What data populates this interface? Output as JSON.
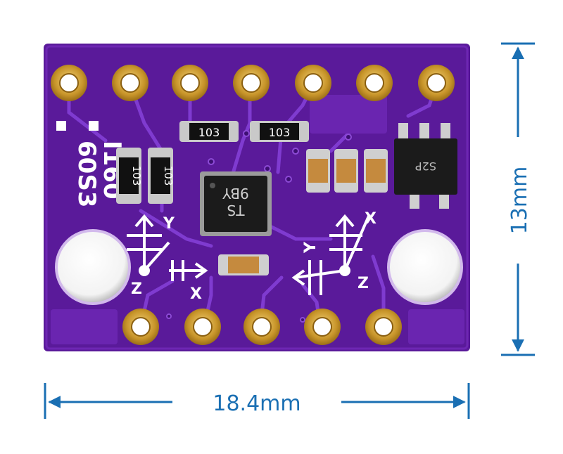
{
  "dimensions": {
    "height_label": "13mm",
    "width_label": "18.4mm"
  },
  "board": {
    "silkscreen_line1": "I160",
    "silkscreen_line2": "60S3",
    "chip_marking_line1": "TS",
    "chip_marking_line2": "9BY",
    "regulator_marking": "S2P",
    "resistor_label_1": "103",
    "resistor_label_2": "103",
    "resistor_label_3": "103",
    "resistor_label_4": "103",
    "axis_label_y": "Y",
    "axis_label_z": "Z",
    "axis_label_x": "X"
  },
  "colors": {
    "pcb": "#5a1a9a",
    "pcb_dark": "#3d0f73",
    "trace": "#7f3bd0",
    "gold": "#d8a93a",
    "arrow": "#1a6fb3",
    "silk": "#ffffff"
  }
}
